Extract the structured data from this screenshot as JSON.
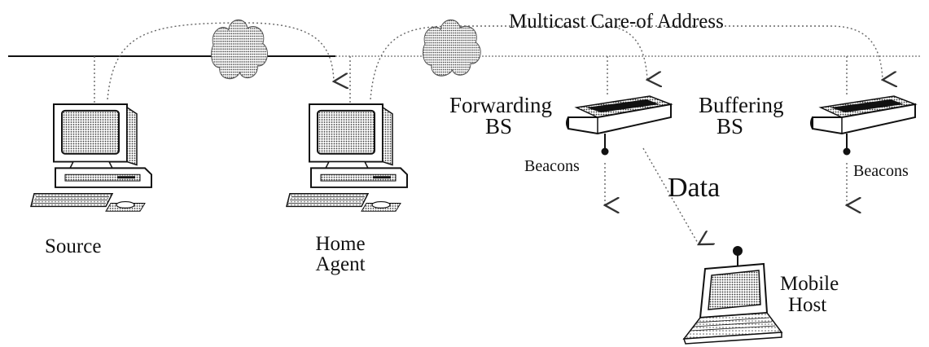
{
  "labels": {
    "multicast_coa": "Multicast Care-of Address",
    "source": "Source",
    "home_agent_l1": "Home",
    "home_agent_l2": "Agent",
    "forwarding_bs_l1": "Forwarding",
    "forwarding_bs_l2": "BS",
    "buffering_bs_l1": "Buffering",
    "buffering_bs_l2": "BS",
    "beacons_left": "Beacons",
    "beacons_right": "Beacons",
    "data": "Data",
    "mobile_host_l1": "Mobile",
    "mobile_host_l2": "Host"
  },
  "icons": {
    "source": "desktop-computer-icon",
    "home_agent": "desktop-computer-icon",
    "forwarding_bs": "base-station-icon",
    "buffering_bs": "base-station-icon",
    "mobile_host": "laptop-icon",
    "network": "cloud-icon"
  }
}
